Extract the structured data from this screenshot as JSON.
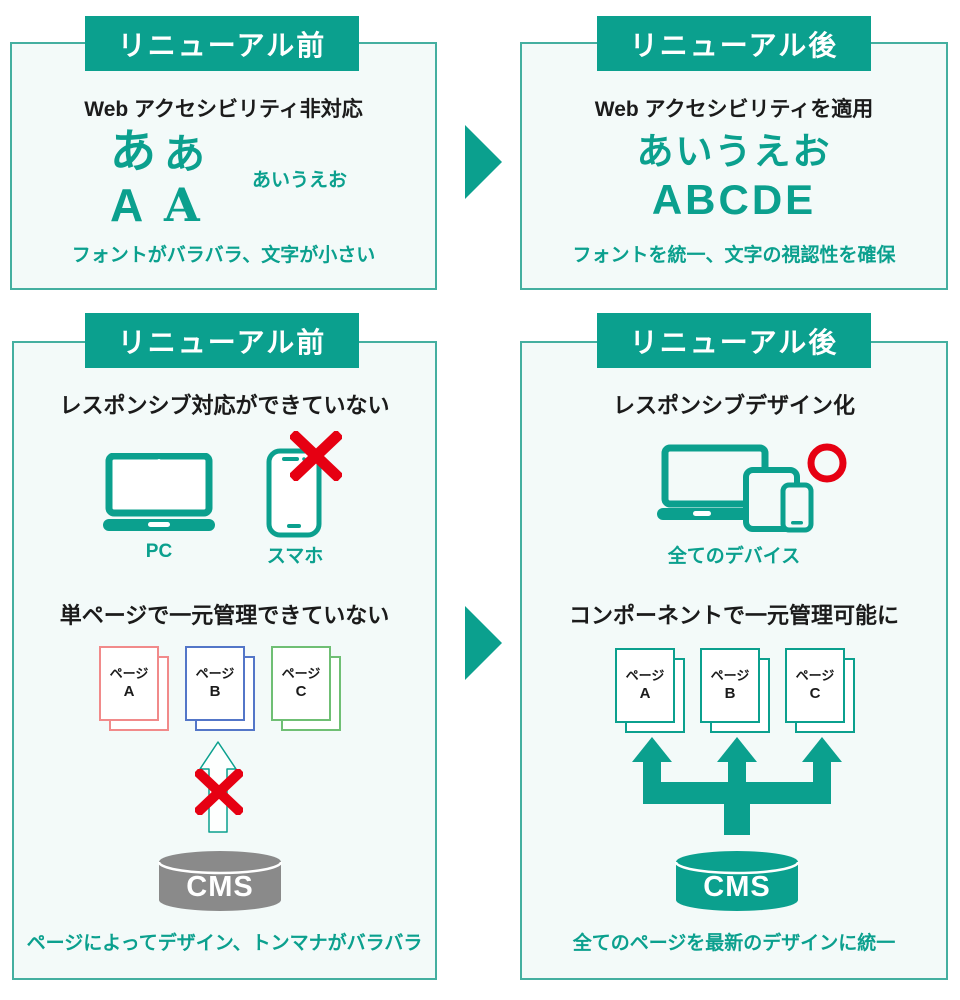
{
  "colors": {
    "teal": "#0BA08E",
    "teal_border": "#44AFA0",
    "panel_bg": "#F3FAF9",
    "red": "#E60012",
    "gray": "#8A8A8A",
    "pink": "#F18A8A",
    "blue": "#5376C8",
    "green": "#6FBF74",
    "ink": "#1B1B1B",
    "white": "#FFFFFF"
  },
  "sections": {
    "font_before": {
      "header": "リニューアル前",
      "title": "Web アクセシビリティ非対応",
      "sample_gothic_kana": "あ",
      "sample_serif_kana": "あ",
      "sample_gothic_latin": "A",
      "sample_serif_latin": "A",
      "sample_small": "あいうえお",
      "caption": "フォントがバラバラ、文字が小さい"
    },
    "font_after": {
      "header": "リニューアル後",
      "title": "Web アクセシビリティを適用",
      "sample_kana": "あいうえお",
      "sample_latin": "ABCDE",
      "caption": "フォントを統一、文字の視認性を確保"
    },
    "layout_before": {
      "header": "リニューアル前",
      "responsive_title": "レスポンシブ対応ができていない",
      "pc_label": "PC",
      "smartphone_label": "スマホ",
      "pages_title": "単ページで一元管理できていない",
      "pages": [
        {
          "line1": "ページ",
          "line2": "A"
        },
        {
          "line1": "ページ",
          "line2": "B"
        },
        {
          "line1": "ページ",
          "line2": "C"
        }
      ],
      "cms_label": "CMS",
      "caption": "ページによってデザイン、トンマナがバラバラ"
    },
    "layout_after": {
      "header": "リニューアル後",
      "responsive_title": "レスポンシブデザイン化",
      "devices_label": "全てのデバイス",
      "pages_title": "コンポーネントで一元管理可能に",
      "pages": [
        {
          "line1": "ページ",
          "line2": "A"
        },
        {
          "line1": "ページ",
          "line2": "B"
        },
        {
          "line1": "ページ",
          "line2": "C"
        }
      ],
      "cms_label": "CMS",
      "caption": "全てのページを最新のデザインに統一"
    }
  }
}
